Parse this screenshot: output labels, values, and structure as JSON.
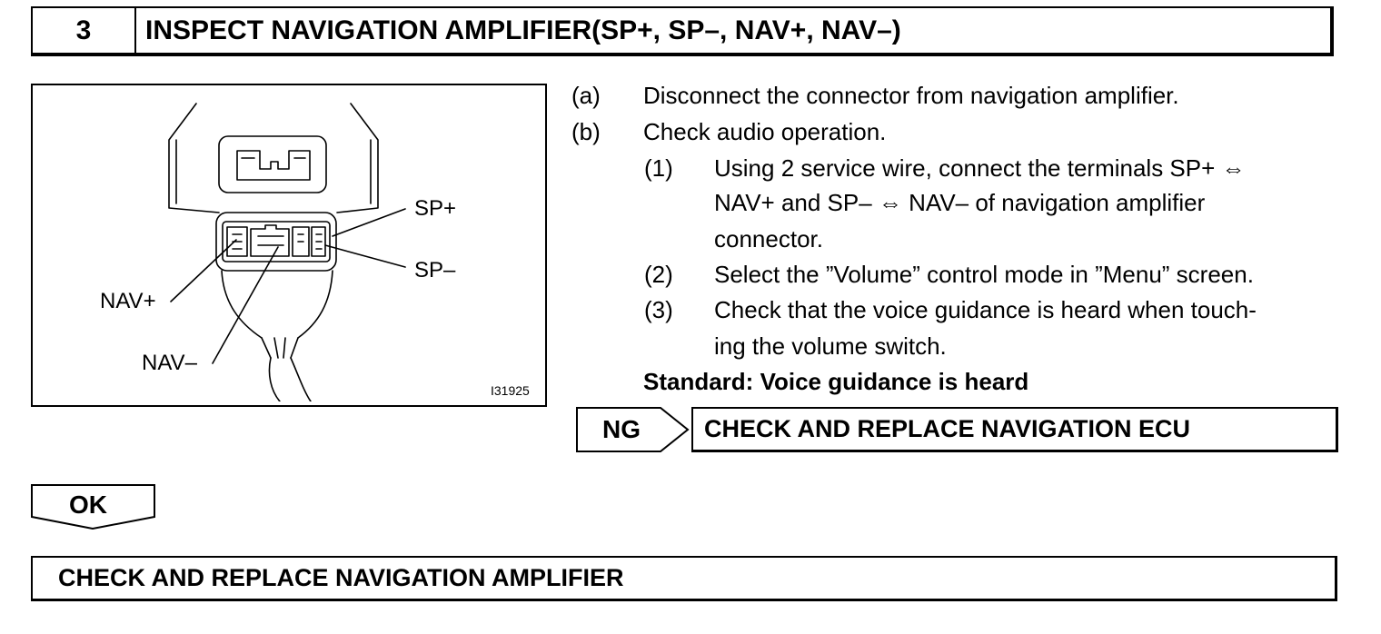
{
  "header": {
    "step_number": "3",
    "title": "INSPECT NAVIGATION AMPLIFIER(SP+, SP–, NAV+, NAV–)"
  },
  "figure": {
    "labels": {
      "sp_plus": "SP+",
      "sp_minus": "SP–",
      "nav_plus": "NAV+",
      "nav_minus": "NAV–"
    },
    "figure_id": "I31925"
  },
  "procedure": {
    "a": {
      "tag": "(a)",
      "text": "Disconnect the connector from navigation amplifier."
    },
    "b": {
      "tag": "(b)",
      "text": "Check audio operation."
    },
    "sub": [
      {
        "tag": "(1)",
        "lines": [
          "Using 2 service wire, connect the terminals SP+ ⇔",
          "NAV+ and SP– ⇔  NAV– of navigation amplifier",
          "connector."
        ]
      },
      {
        "tag": "(2)",
        "lines": [
          "Select the ”Volume” control mode in ”Menu” screen."
        ]
      },
      {
        "tag": "(3)",
        "lines": [
          "Check that the voice guidance is heard when touch-",
          "ing the volume switch."
        ]
      }
    ],
    "standard": "Standard: Voice guidance is heard"
  },
  "results": {
    "ng": {
      "label": "NG",
      "action": "CHECK AND REPLACE NAVIGATION ECU"
    },
    "ok": {
      "label": "OK",
      "action": "CHECK AND REPLACE NAVIGATION AMPLIFIER"
    }
  }
}
